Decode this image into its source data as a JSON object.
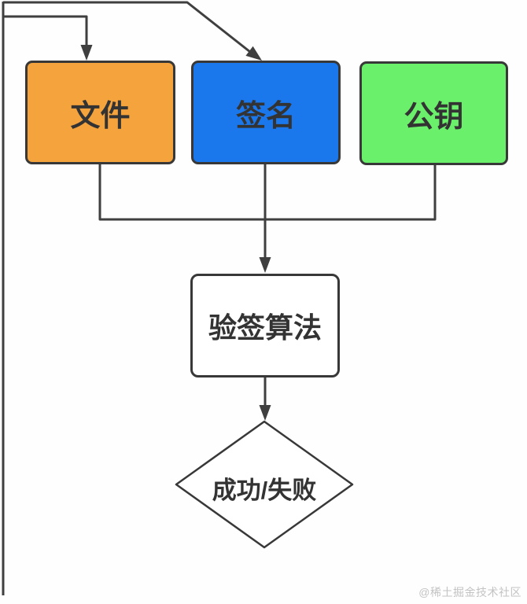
{
  "colors": {
    "bg": "#fefefe",
    "line": "#3f3f3f",
    "shape-border": "#383838",
    "shape-text": "#333333",
    "file-fill": "#f5a33d",
    "signature-fill": "#1b78ec",
    "public-key-fill": "#6af06a",
    "plain-fill": "#ffffff",
    "watermark-color": "#c3c3c3"
  },
  "diagram": {
    "nodes": {
      "file": "文件",
      "signature": "签名",
      "public_key": "公钥",
      "verify_algorithm": "验签算法",
      "result": "成功/失败"
    }
  },
  "watermark": "@稀土掘金技术社区"
}
